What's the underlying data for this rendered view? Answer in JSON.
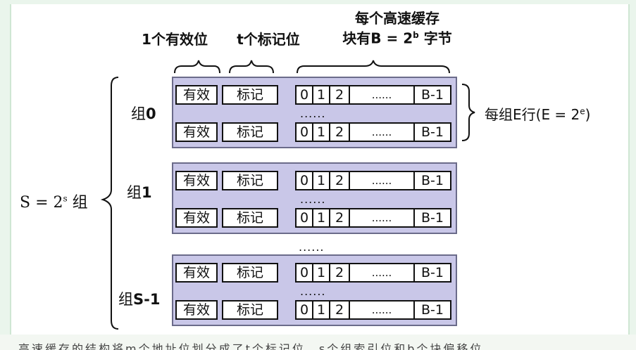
{
  "headers": {
    "valid": "1个有效位",
    "tag": "t个标记位",
    "block_line1": "每个高速缓存",
    "block_line2_prefix": "块有B = 2",
    "block_line2_sup": "b",
    "block_line2_suffix": " 字节"
  },
  "cells": {
    "valid": "有效",
    "tag": "标记",
    "b0": "0",
    "b1": "1",
    "b2": "2",
    "ellipsis": "......",
    "last": "B-1"
  },
  "row_gap_dots": "......",
  "set_gap_dots": "......",
  "set_labels": {
    "set0_prefix": "组",
    "set0_index": "0",
    "set1_prefix": "组",
    "set1_index": "1",
    "setS_prefix": "组",
    "setS_index": "S-1"
  },
  "lines_per_set": {
    "prefix": "每组E行(E = 2",
    "sup": "e",
    "suffix": ")"
  },
  "num_sets": {
    "prefix": "S = 2",
    "sup": "s",
    "suffix": " 组"
  },
  "colors": {
    "set_fill": "#c9c7e8",
    "cell_fill": "#ffffff",
    "background": "#eaf5ec"
  },
  "bottom_caption": "高速缓存的结构将m个地址位划分成了t个标记位、s个组索引位和b个块偏移位"
}
